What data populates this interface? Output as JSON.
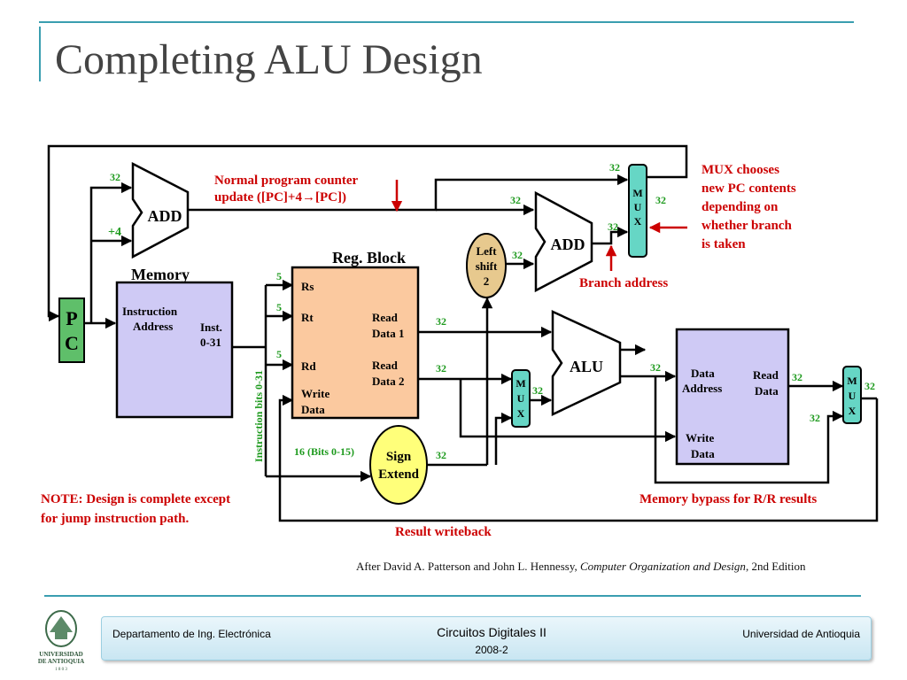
{
  "slide": {
    "title": "Completing ALU Design",
    "credit": {
      "prefix": "After David A. Patterson and John L. Hennessy, ",
      "book": "Computer Organization and Design",
      "suffix": ", 2nd Edition"
    }
  },
  "diagram": {
    "pc": [
      "P",
      "C"
    ],
    "add1": "ADD",
    "plus4": "+4",
    "memory": {
      "title": "Memory",
      "addr": [
        "Instruction",
        "Address"
      ],
      "inst": [
        "Inst.",
        "0-31"
      ]
    },
    "reg": {
      "title": "Reg. Block",
      "rs": "Rs",
      "rt": "Rt",
      "rd": "Rd",
      "write": [
        "Write",
        "Data"
      ],
      "rd1": [
        "Read",
        "Data 1"
      ],
      "rd2": [
        "Read",
        "Data 2"
      ]
    },
    "shift": [
      "Left",
      "shift",
      "2"
    ],
    "add2": "ADD",
    "alu": "ALU",
    "mux": [
      "M",
      "U",
      "X"
    ],
    "sign": [
      "Sign",
      "Extend"
    ],
    "dmem": {
      "addr": [
        "Data",
        "Address"
      ],
      "read": [
        "Read",
        "Data"
      ],
      "write": [
        "Write",
        "Data"
      ]
    },
    "bus": {
      "b32": "32",
      "b5": "5",
      "b16": "16 (Bits 0-15)",
      "ibits": "Instruction bits 0-31"
    },
    "notes": {
      "pc_update": [
        "Normal program counter",
        "update ([PC]+4→[PC])"
      ],
      "mux_choose": [
        "MUX chooses",
        "new PC contents",
        "depending on",
        "whether branch",
        "is taken"
      ],
      "branch": "Branch address",
      "note": [
        "NOTE:  Design is complete except",
        "for jump instruction path."
      ],
      "bypass": "Memory bypass for R/R results",
      "writeback": "Result writeback"
    },
    "colors": {
      "pc": "#5fbf6a",
      "memory": "#cfcaf5",
      "reg": "#fbc99f",
      "shift": "#e7c98e",
      "mux": "#66d6c5",
      "sign": "#ffff7a",
      "annotation": "#cc0000",
      "bus": "#1e9a1e"
    }
  },
  "footer": {
    "dept": "Departamento de Ing. Electrónica",
    "course": "Circuitos Digitales II",
    "term": "2008-2",
    "university": "Universidad de Antioquia",
    "logo_text": [
      "UNIVERSIDAD",
      "DE ANTIOQUIA",
      "1 8 0 3"
    ]
  }
}
